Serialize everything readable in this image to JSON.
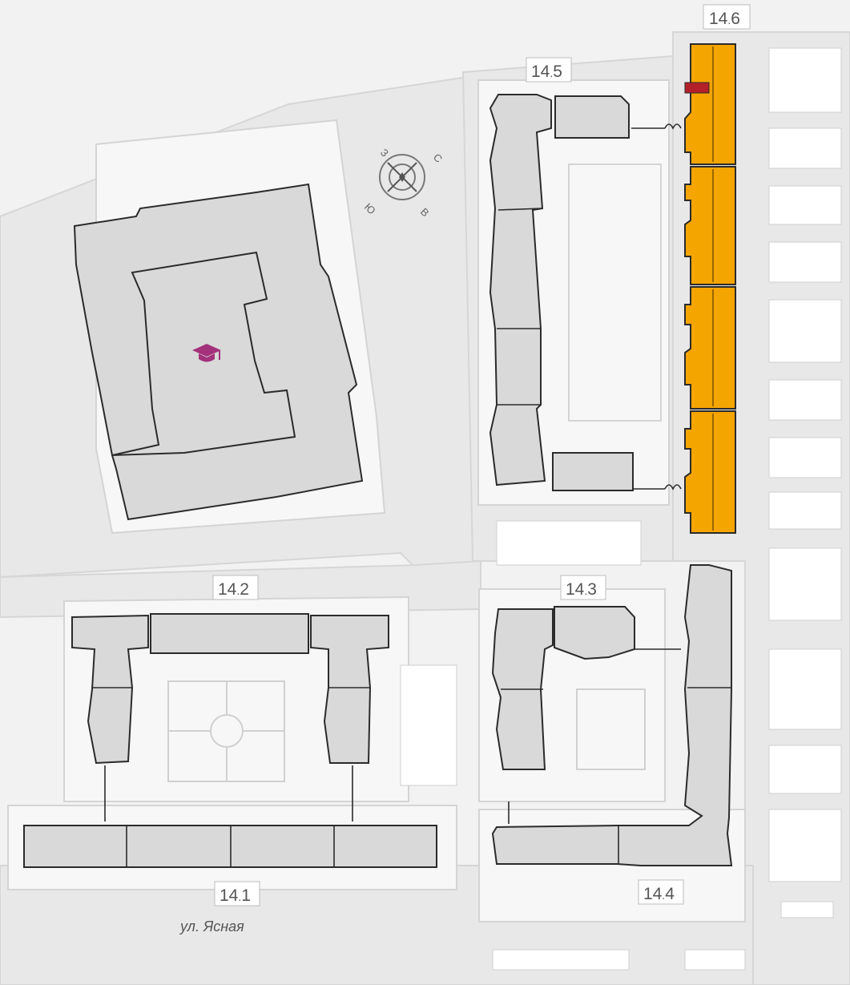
{
  "map": {
    "street": "ул. Ясная",
    "compass": {
      "north": "С",
      "south": "Ю",
      "east": "В",
      "west": "З"
    },
    "school_icon": "graduation-cap-icon",
    "colors": {
      "selected_building": "#f5a500",
      "selected_apartment": "#b3202a",
      "building": "#d9d9d9",
      "school_icon": "#a4317b"
    },
    "buildings": [
      {
        "id": "14.1",
        "main": "14",
        "sub": "1"
      },
      {
        "id": "14.2",
        "main": "14",
        "sub": "2"
      },
      {
        "id": "14.3",
        "main": "14",
        "sub": "3"
      },
      {
        "id": "14.4",
        "main": "14",
        "sub": "4"
      },
      {
        "id": "14.5",
        "main": "14",
        "sub": "5"
      },
      {
        "id": "14.6",
        "main": "14",
        "sub": "6",
        "selected": true
      }
    ]
  }
}
